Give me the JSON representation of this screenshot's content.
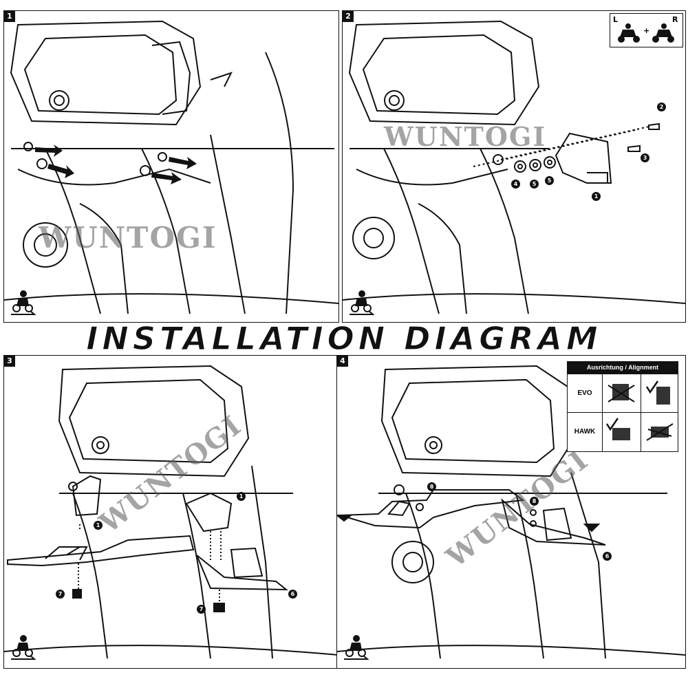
{
  "title": "Installation diagram",
  "watermark": "WUNTOGI",
  "panels": [
    {
      "number": "1"
    },
    {
      "number": "2",
      "callouts": [
        "2",
        "3",
        "4",
        "5",
        "5",
        "1"
      ]
    },
    {
      "number": "3",
      "callouts": [
        "1",
        "1",
        "7",
        "7",
        "6"
      ]
    },
    {
      "number": "4",
      "callouts": [
        "8",
        "8",
        "6"
      ]
    }
  ],
  "lr_badge": {
    "left": "L",
    "plus": "+",
    "right": "R"
  },
  "alignment": {
    "header": "Ausrichtung / Alignment",
    "rows": [
      {
        "label": "EVO"
      },
      {
        "label": "HAWK"
      }
    ]
  },
  "icons": [
    "rider-icon",
    "wrench-bike-icon",
    "checkmark-icon",
    "cross-icon"
  ],
  "colors": {
    "line": "#111111",
    "background": "#ffffff",
    "watermark": "#5a5a5a"
  }
}
